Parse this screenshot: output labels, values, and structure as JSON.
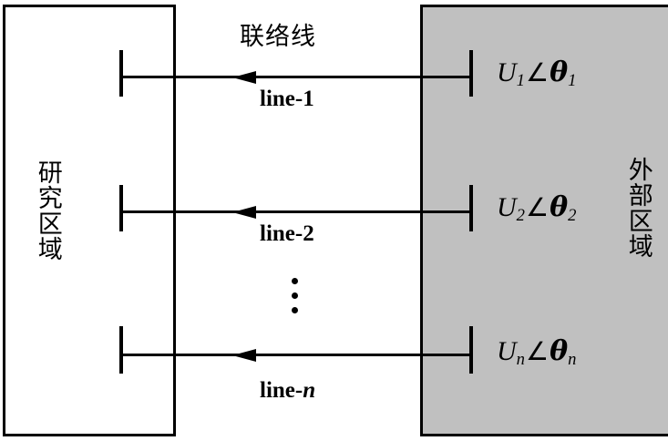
{
  "diagram": {
    "title": "联络线",
    "study_region": {
      "label": "研究区域",
      "fill": "#ffffff",
      "stroke": "#000000"
    },
    "external_region": {
      "label": "外部区域",
      "fill": "#c0c0c0",
      "stroke": "#000000"
    },
    "tielines": [
      {
        "name_prefix": "line-",
        "name_index": "1",
        "index_italic": false,
        "phasor_magnitude": "U",
        "phasor_angle_symbol": "∠",
        "phasor_theta": "θ",
        "phasor_subscript": "1",
        "direction": "external-to-study"
      },
      {
        "name_prefix": "line-",
        "name_index": "2",
        "index_italic": false,
        "phasor_magnitude": "U",
        "phasor_angle_symbol": "∠",
        "phasor_theta": "θ",
        "phasor_subscript": "2",
        "direction": "external-to-study"
      },
      {
        "name_prefix": "line-",
        "name_index": "n",
        "index_italic": true,
        "phasor_magnitude": "U",
        "phasor_angle_symbol": "∠",
        "phasor_theta": "θ",
        "phasor_subscript": "n",
        "direction": "external-to-study"
      }
    ],
    "continuation_marker": "vertical-ellipsis"
  }
}
